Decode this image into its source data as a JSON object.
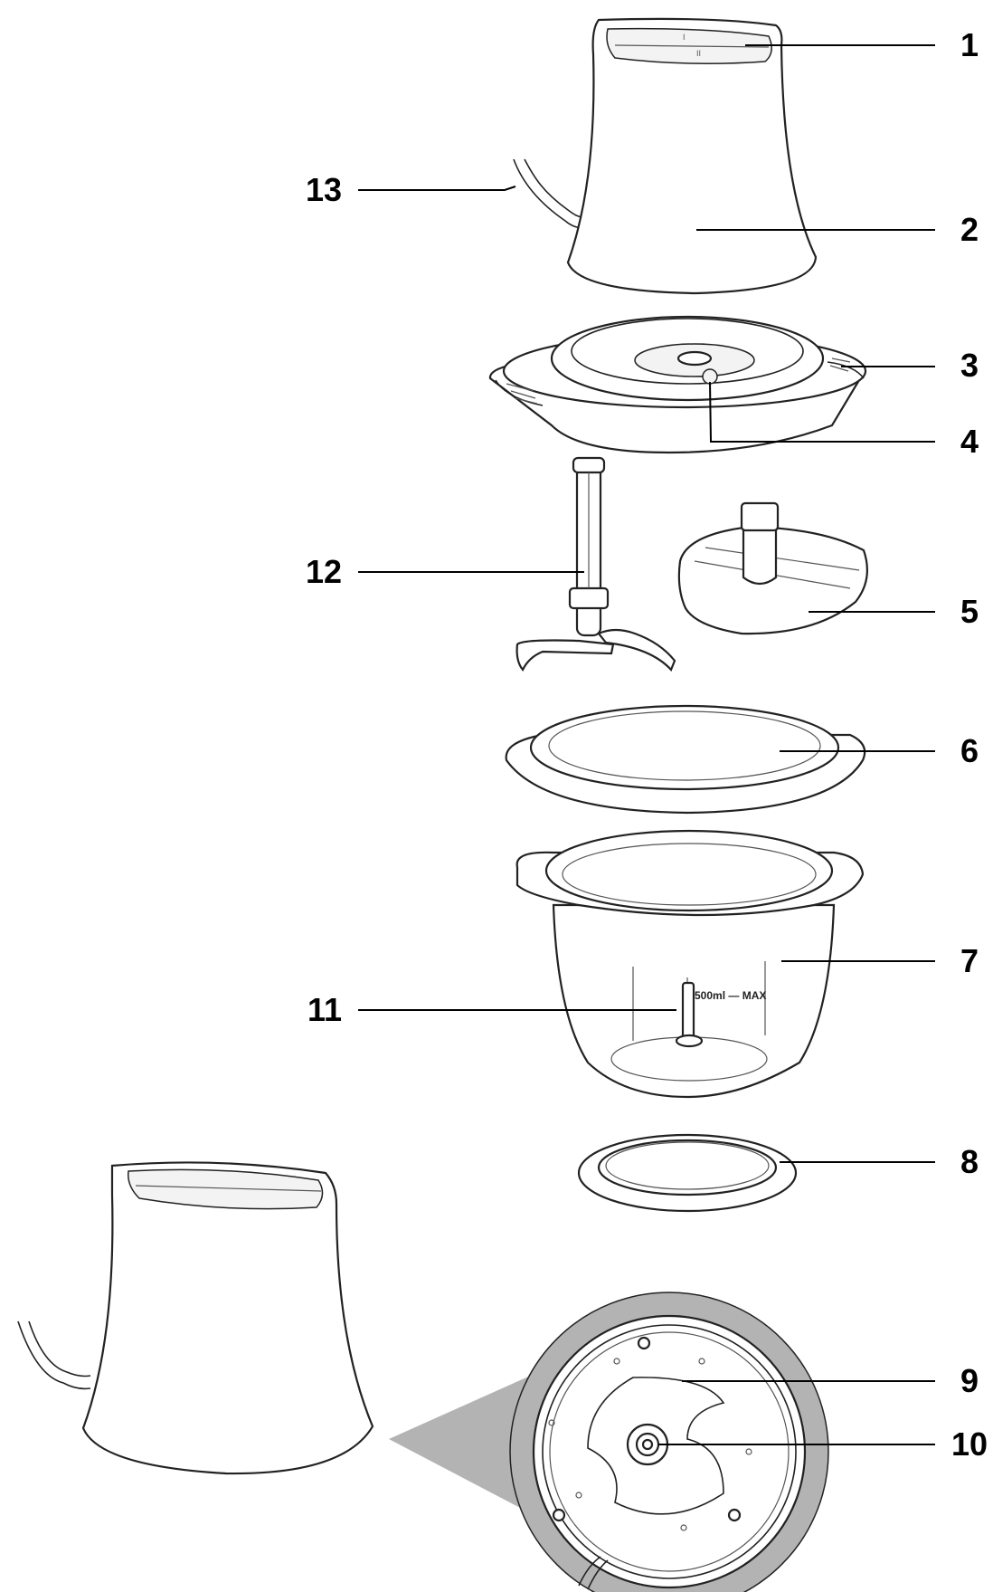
{
  "callouts": [
    {
      "id": "c1",
      "label": "1"
    },
    {
      "id": "c2",
      "label": "2"
    },
    {
      "id": "c3",
      "label": "3"
    },
    {
      "id": "c4",
      "label": "4"
    },
    {
      "id": "c5",
      "label": "5"
    },
    {
      "id": "c6",
      "label": "6"
    },
    {
      "id": "c7",
      "label": "7"
    },
    {
      "id": "c8",
      "label": "8"
    },
    {
      "id": "c9",
      "label": "9"
    },
    {
      "id": "c10",
      "label": "10"
    },
    {
      "id": "c11",
      "label": "11"
    },
    {
      "id": "c12",
      "label": "12"
    },
    {
      "id": "c13",
      "label": "13"
    }
  ],
  "bowl_marking": "500ml — MAX",
  "colors": {
    "line": "#000000",
    "outline": "#222222",
    "zoom_fill": "#b3b3b3"
  }
}
